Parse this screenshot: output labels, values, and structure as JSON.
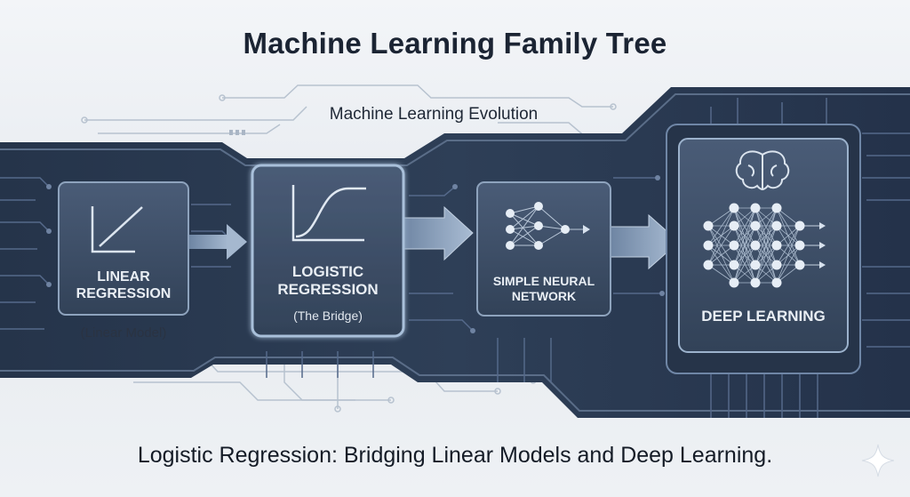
{
  "title": "Machine Learning Family Tree",
  "subtitle": "Machine Learning Evolution",
  "caption": "Logistic Regression: Bridging Linear Models and Deep Learning.",
  "nodes": {
    "linear": {
      "label": "LINEAR\nREGRESSION",
      "sub": "(Linear Model)",
      "icon": "linear-graph-icon"
    },
    "logistic": {
      "label": "LOGISTIC\nREGRESSION",
      "sub": "(The Bridge)",
      "icon": "sigmoid-curve-icon"
    },
    "neural": {
      "label": "SIMPLE NEURAL\nNETWORK",
      "icon": "neural-network-icon"
    },
    "deep": {
      "label": "DEEP LEARNING",
      "icon": "brain-icon"
    }
  },
  "colors": {
    "band": "#2b3a51",
    "band_dark": "#1f2b3d",
    "card": "#3b4c65",
    "card_border": "#8fa6c0",
    "arrow": "#8ca3bf",
    "trace": "#b4c0ce",
    "title": "#1b2433"
  }
}
